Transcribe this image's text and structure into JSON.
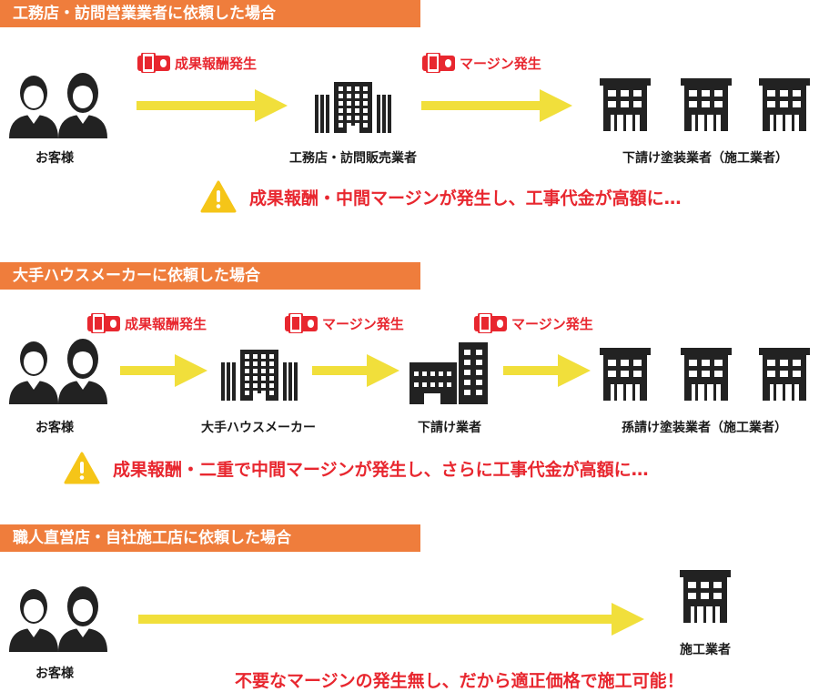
{
  "colors": {
    "accent": "#ef7d3c",
    "arrow": "#f1df3b",
    "alert": "#e8272f",
    "warn_icon": "#f5c518",
    "icon": "#222222"
  },
  "section1": {
    "title": "工務店・訪問営業業者に依頼した場合",
    "customer": "お客様",
    "company": "工務店・訪問販売業者",
    "contractor": "下請け塗装業者（施工業者）",
    "tag1": "成果報酬発生",
    "tag2": "マージン発生",
    "warning": "成果報酬・中間マージンが発生し、工事代金が高額に…"
  },
  "section2": {
    "title": "大手ハウスメーカーに依頼した場合",
    "customer": "お客様",
    "maker": "大手ハウスメーカー",
    "subcontractor": "下請け業者",
    "contractor": "孫請け塗装業者（施工業者）",
    "tag1": "成果報酬発生",
    "tag2": "マージン発生",
    "tag3": "マージン発生",
    "warning": "成果報酬・二重で中間マージンが発生し、さらに工事代金が高額に…"
  },
  "section3": {
    "title": "職人直営店・自社施工店に依頼した場合",
    "customer": "お客様",
    "contractor": "施工業者",
    "conclusion": "不要なマージンの発生無し、だから適正価格で施工可能！"
  }
}
